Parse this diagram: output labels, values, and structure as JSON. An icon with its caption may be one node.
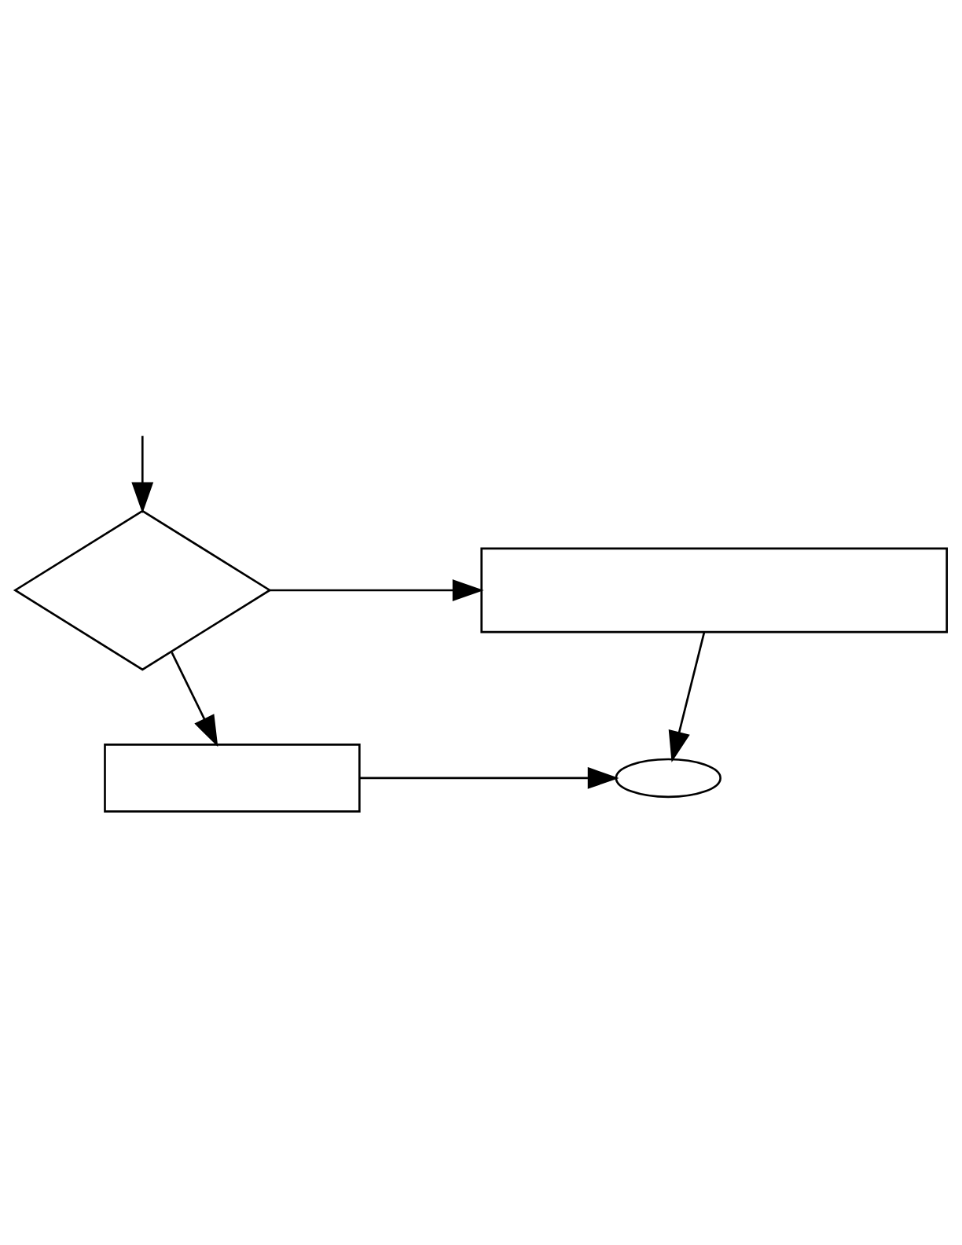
{
  "diagram": {
    "nodes": [
      {
        "text": [],
        "shape": "diamond"
      },
      {
        "text": [],
        "shape": "box"
      },
      {
        "text": [],
        "shape": "box"
      },
      {
        "text": [],
        "shape": "ellipse"
      }
    ],
    "edges": [
      {
        "from": null,
        "to": 0,
        "arrow": "to"
      },
      {
        "from": 0,
        "to": 1,
        "arrow": "to"
      },
      {
        "from": 0,
        "to": 2,
        "arrow": "to"
      },
      {
        "from": 1,
        "to": 3,
        "arrow": "to"
      },
      {
        "from": 2,
        "to": 3,
        "arrow": "to"
      }
    ]
  }
}
